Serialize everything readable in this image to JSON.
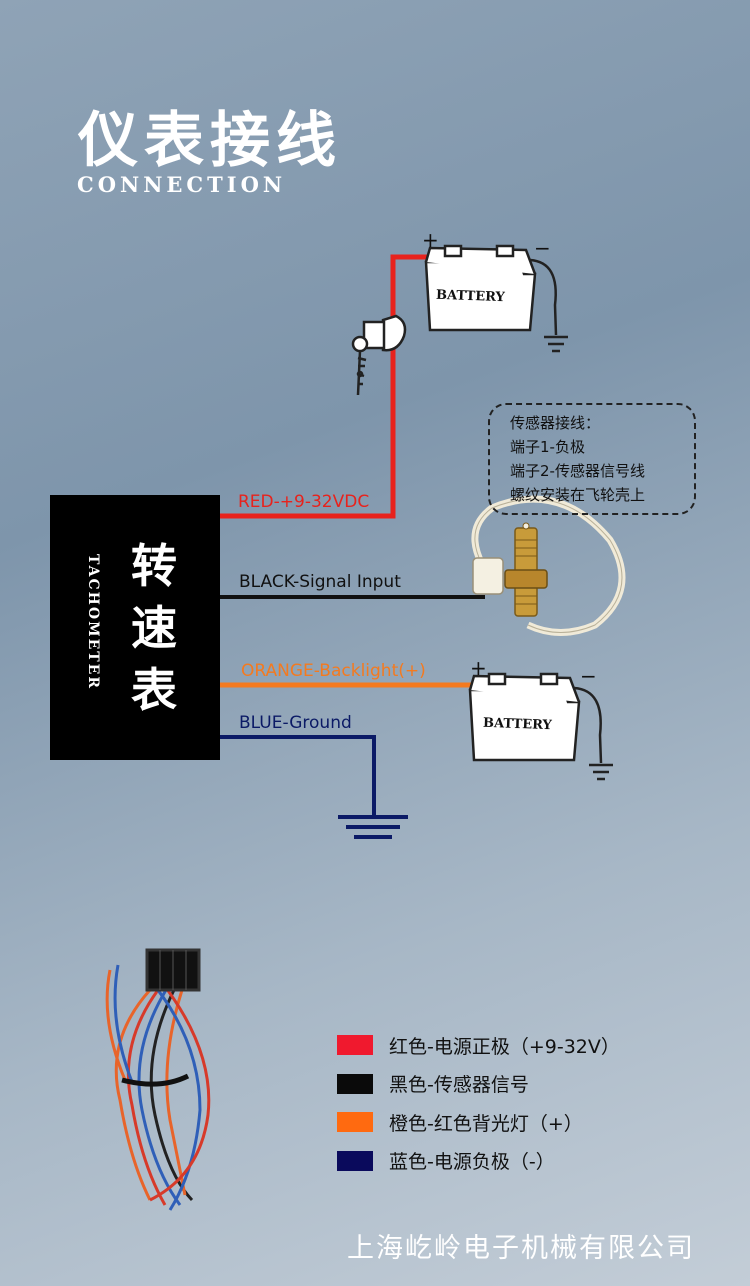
{
  "header": {
    "title_cn": "仪表接线",
    "title_en": "CONNECTION"
  },
  "tachometer": {
    "label_cn": "转速表",
    "label_en": "TACHOMETER"
  },
  "batteries": [
    {
      "label": "BATTERY"
    },
    {
      "label": "BATTERY"
    }
  ],
  "battery_terminals": {
    "plus": "+",
    "minus": "−"
  },
  "wires": [
    {
      "label": "RED-+9-32VDC",
      "color": "#e8221c"
    },
    {
      "label": "BLACK-Signal Input",
      "color": "#111111"
    },
    {
      "label": "ORANGE-Backlight(+)",
      "color": "#f47a1f"
    },
    {
      "label": "BLUE-Ground",
      "color": "#0b1a66"
    }
  ],
  "sensor_note": {
    "lines": [
      "传感器接线：",
      "端子1-负极",
      "端子2-传感器信号线",
      "螺纹安装在飞轮壳上"
    ]
  },
  "legend": [
    {
      "color": "#f0192e",
      "text": "红色-电源正极（+9-32V）"
    },
    {
      "color": "#0a0a0a",
      "text": "黑色-传感器信号"
    },
    {
      "color": "#ff6a10",
      "text": "橙色-红色背光灯（+）"
    },
    {
      "color": "#0a0a5c",
      "text": "蓝色-电源负极（-）"
    }
  ],
  "footer": {
    "company": "上海屹岭电子机械有限公司"
  }
}
